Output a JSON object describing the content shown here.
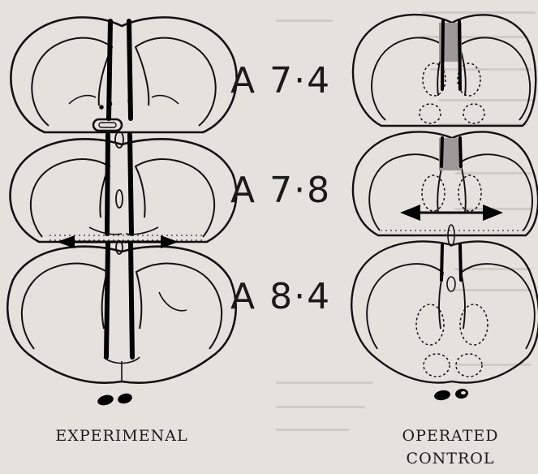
{
  "labels": {
    "levels": [
      "A 7·4",
      "A 7·8",
      "A 8·4"
    ],
    "experimental": "EXPERIMENAL",
    "control_line1": "OPERATED",
    "control_line2": "CONTROL"
  }
}
